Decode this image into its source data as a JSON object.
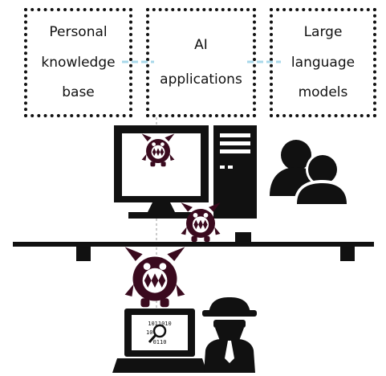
{
  "boxes": [
    {
      "lines": [
        "Personal",
        "knowledge",
        "base"
      ]
    },
    {
      "lines": [
        "AI",
        "applications"
      ]
    },
    {
      "lines": [
        "Large",
        "language",
        "models"
      ]
    }
  ],
  "laptop_screen_text": [
    "1011010",
    "10",
    "0110"
  ],
  "colors": {
    "ink": "#111111",
    "monster": "#3a0a1e",
    "connector": "#a8d8ea",
    "guide_line": "#9a9a9a"
  },
  "icons": [
    "desktop-computer-icon",
    "computer-tower-icon",
    "users-icon",
    "monster-icon",
    "laptop-icon",
    "magnifier-icon",
    "hacker-spy-icon"
  ]
}
